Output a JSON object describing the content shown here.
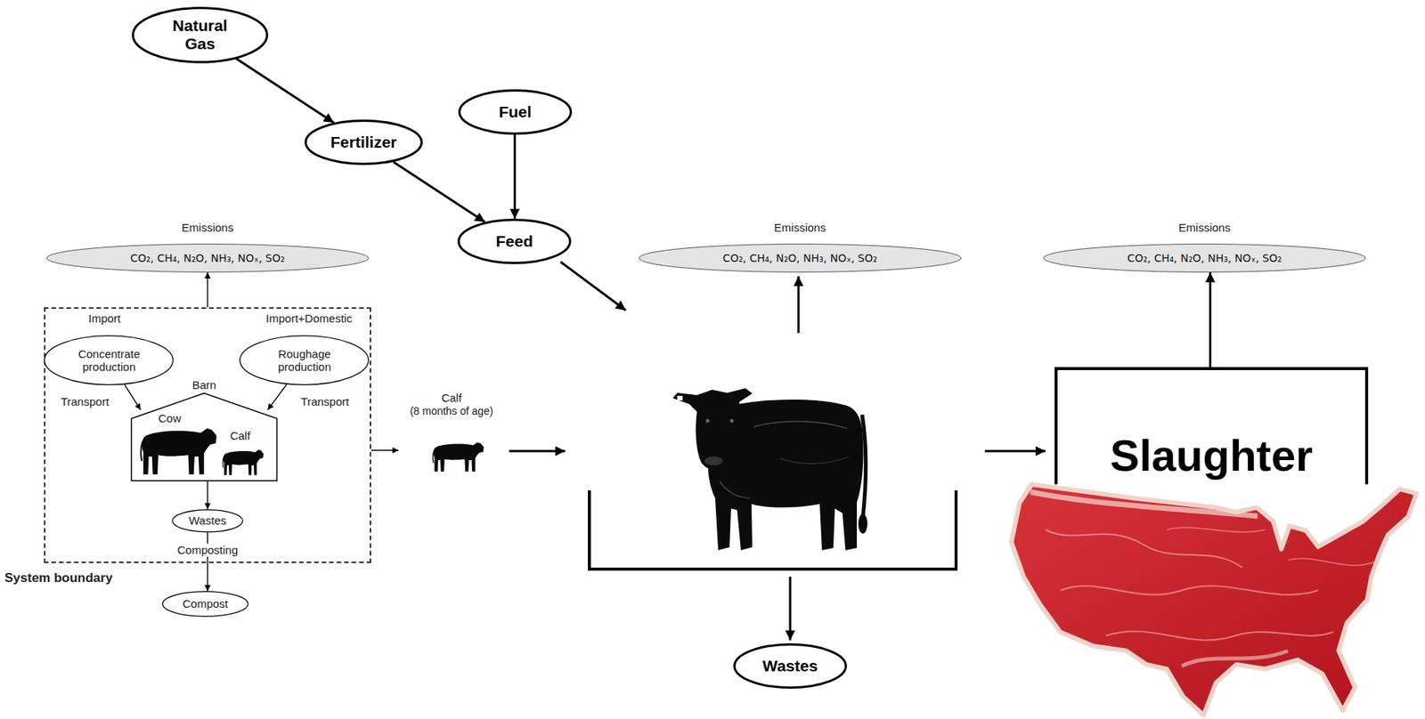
{
  "diagram": {
    "nodes": [
      {
        "text": [
          "Natural Gas"
        ]
      },
      {
        "text": [
          "Fuel"
        ]
      },
      {
        "text": [
          "Fertilizer"
        ]
      },
      {
        "text": [
          "Feed"
        ]
      },
      {
        "text": [
          "Emissions",
          "CO₂, CH₄, N₂O, NH₃, NOₓ, SO₂"
        ]
      },
      {
        "text": [
          "Emissions",
          "CO₂, CH₄, N₂O, NH₃, NOₓ, SO₂"
        ]
      },
      {
        "text": [
          "Emissions",
          "CO₂, CH₄, N₂O, NH₃, NOₓ, SO₂"
        ]
      },
      {
        "text": [
          "System boundary"
        ]
      },
      {
        "text": [
          "Concentrate production"
        ],
        "in": 7
      },
      {
        "text": [
          "Roughage production"
        ],
        "in": 7
      },
      {
        "text": [
          "Barn"
        ],
        "in": 7
      },
      {
        "text": [
          "Wastes"
        ],
        "in": 7
      },
      {
        "text": [
          "Compost"
        ]
      },
      {
        "text": [
          "Calf",
          "(8 months of age)"
        ]
      },
      {
        "text": [
          "Slaughter"
        ]
      },
      {
        "text": [
          "Wastes"
        ]
      }
    ],
    "edges": [
      {
        "from": 0,
        "to": 2,
        "arrow": "to"
      },
      {
        "from": 2,
        "to": 3,
        "arrow": "to"
      },
      {
        "from": 1,
        "to": 3,
        "arrow": "to"
      },
      {
        "from": 7,
        "to": 4,
        "arrow": "to"
      },
      {
        "from": 8,
        "to": 10,
        "label": "Transport",
        "arrow": "to"
      },
      {
        "from": 9,
        "to": 10,
        "label": "Transport",
        "arrow": "to"
      },
      {
        "from": 10,
        "to": 11,
        "arrow": "to"
      },
      {
        "from": 11,
        "to": 12,
        "label": "Composting",
        "arrow": "to"
      },
      {
        "from": 7,
        "to": 13,
        "arrow": "to"
      },
      {
        "from": 14,
        "to": 6,
        "arrow": "to"
      }
    ],
    "labels": [
      "Import",
      "Import+Domestic",
      "Cow",
      "Calf"
    ]
  }
}
